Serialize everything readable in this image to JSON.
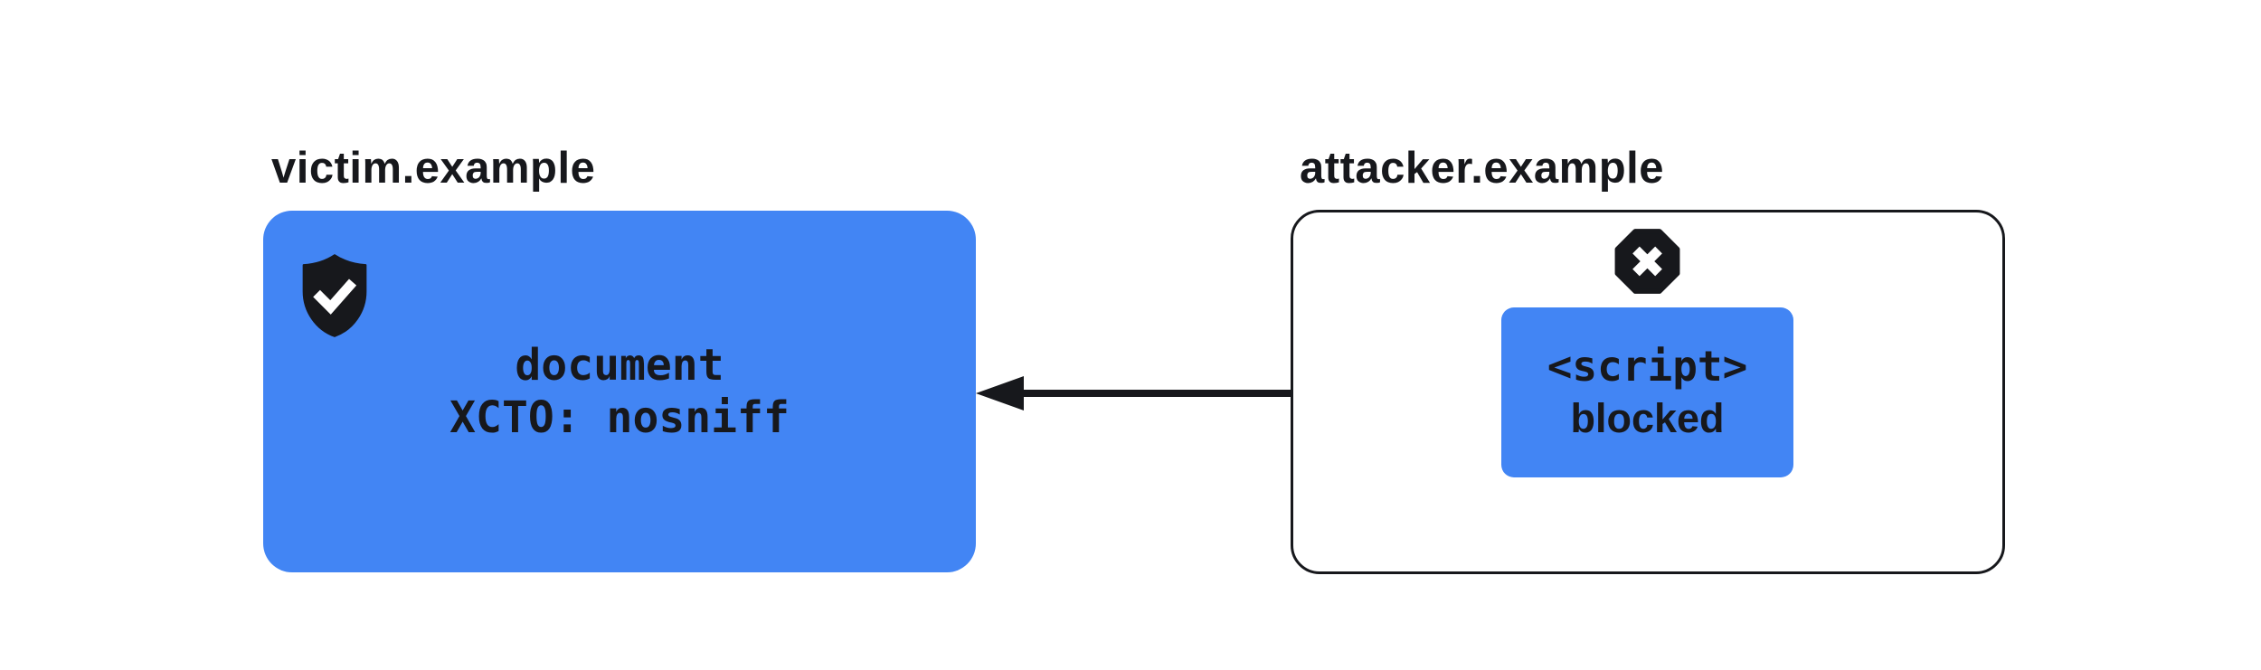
{
  "colors": {
    "accent_blue": "#4285F4",
    "ink": "#17181c",
    "background": "#ffffff"
  },
  "victim": {
    "label": "victim.example",
    "icon": "shield-check-icon",
    "line1": "document",
    "line2": "XCTO: nosniff"
  },
  "attacker": {
    "label": "attacker.example",
    "icon": "block-x-icon",
    "script_line1": "<script>",
    "script_line2": "blocked"
  },
  "arrow": {
    "points_to": "victim-document-box"
  }
}
